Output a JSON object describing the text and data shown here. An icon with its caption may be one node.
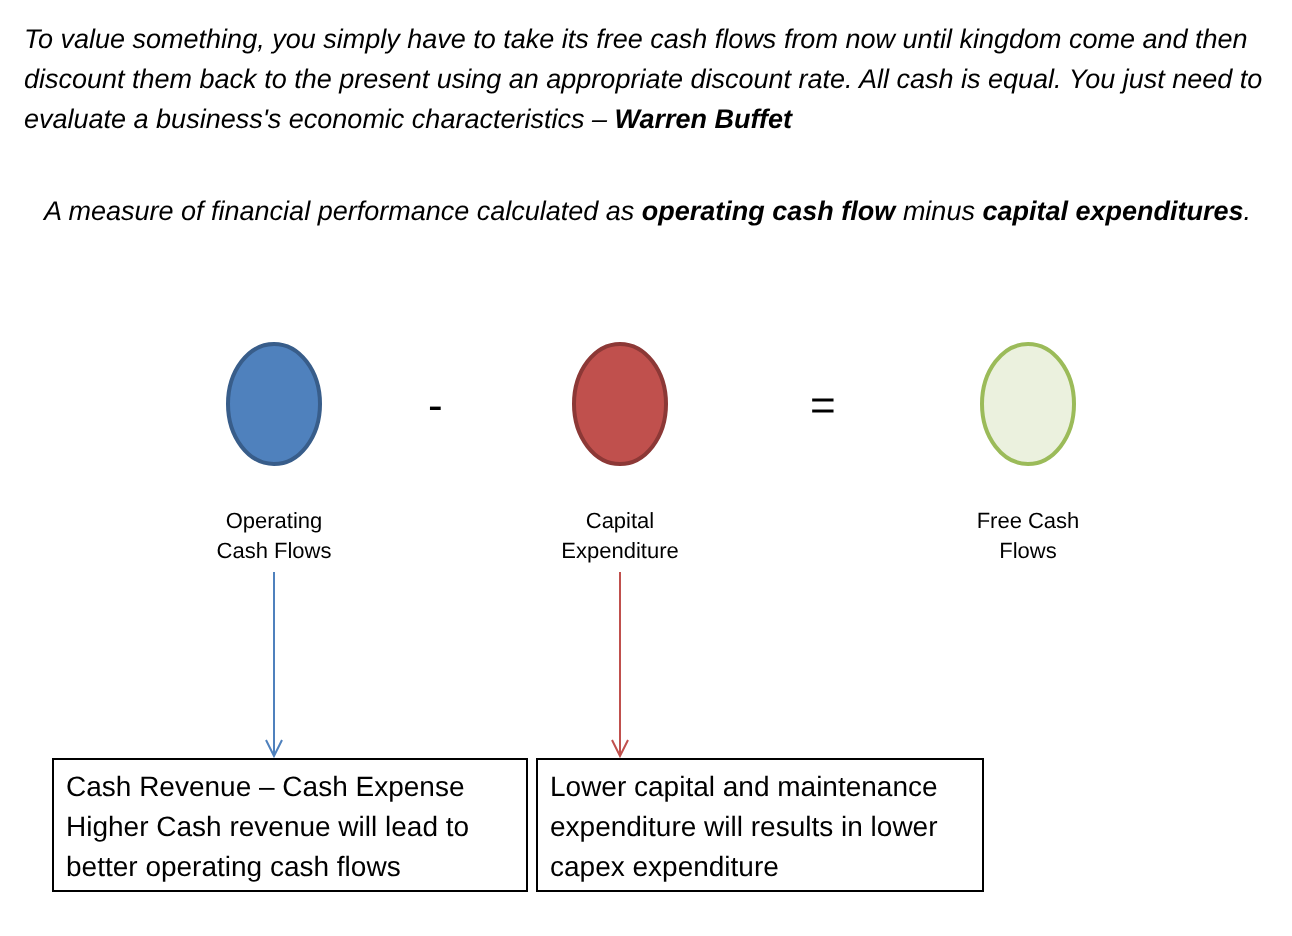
{
  "diagram": {
    "nodes": [
      {
        "text": [],
        "shape": "circle",
        "beside": [
          "Operating Cash Flows"
        ]
      },
      {
        "text": [],
        "shape": "circle",
        "beside": [
          "Capital Expenditure"
        ]
      },
      {
        "text": [],
        "shape": "circle",
        "beside": [
          "Free Cash Flows"
        ]
      },
      {
        "text": [
          "Cash Revenue – Cash Expense Higher Cash revenue will lead to better operating cash flows"
        ]
      },
      {
        "text": [
          "Lower capital and maintenance expenditure  will results in lower capex expenditure"
        ]
      }
    ],
    "edges": [
      {
        "from": 0,
        "to": 3,
        "arrow": "to",
        "color": "#4f81bd"
      },
      {
        "from": 1,
        "to": 4,
        "arrow": "to",
        "color": "#c0504d"
      }
    ],
    "labels": [
      "To value something, you simply have to take its free cash flows from now until kingdom come and then discount them back to the present using an appropriate discount rate. All cash is equal. You just need to evaluate a business's economic characteristics – **Warren Buffet**",
      "A measure of financial performance calculated as **operating cash flow** minus **capital expenditures**.",
      "-",
      "="
    ]
  }
}
